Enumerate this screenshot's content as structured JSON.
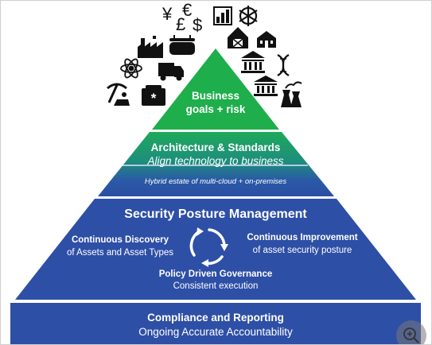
{
  "apex": {
    "line1": "Business",
    "line2": "goals + risk"
  },
  "architecture": {
    "title": "Architecture & Standards",
    "subtitle": "Align technology to business"
  },
  "hybrid": {
    "text": "Hybrid estate of multi-cloud + on-premises"
  },
  "posture": {
    "title": "Security Posture Management",
    "discovery": {
      "title": "Continuous Discovery",
      "subtitle": "of Assets and Asset Types"
    },
    "improvement": {
      "title": "Continuous Improvement",
      "subtitle": "of asset security posture"
    },
    "governance": {
      "title": "Policy Driven Governance",
      "subtitle": "Consistent execution"
    }
  },
  "compliance": {
    "title": "Compliance and Reporting",
    "subtitle": "Ongoing Accurate Accountability"
  },
  "icons": [
    "yen-icon",
    "euro-icon",
    "pound-icon",
    "dollar-icon",
    "bar-chart-icon",
    "wheel-icon",
    "factory-icon",
    "stadium-icon",
    "barn-icon",
    "school-icon",
    "atom-icon",
    "truck-icon",
    "bank-icon",
    "dna-icon",
    "mining-icon",
    "medical-kit-icon",
    "courthouse-icon",
    "power-plant-icon",
    "cycle-arrows-icon",
    "zoom-in-icon"
  ],
  "colors": {
    "green": "#1eae4b",
    "blue": "#2e4fa6",
    "dark_blue": "#243f94",
    "teal_mid": "#1c8f7a"
  }
}
